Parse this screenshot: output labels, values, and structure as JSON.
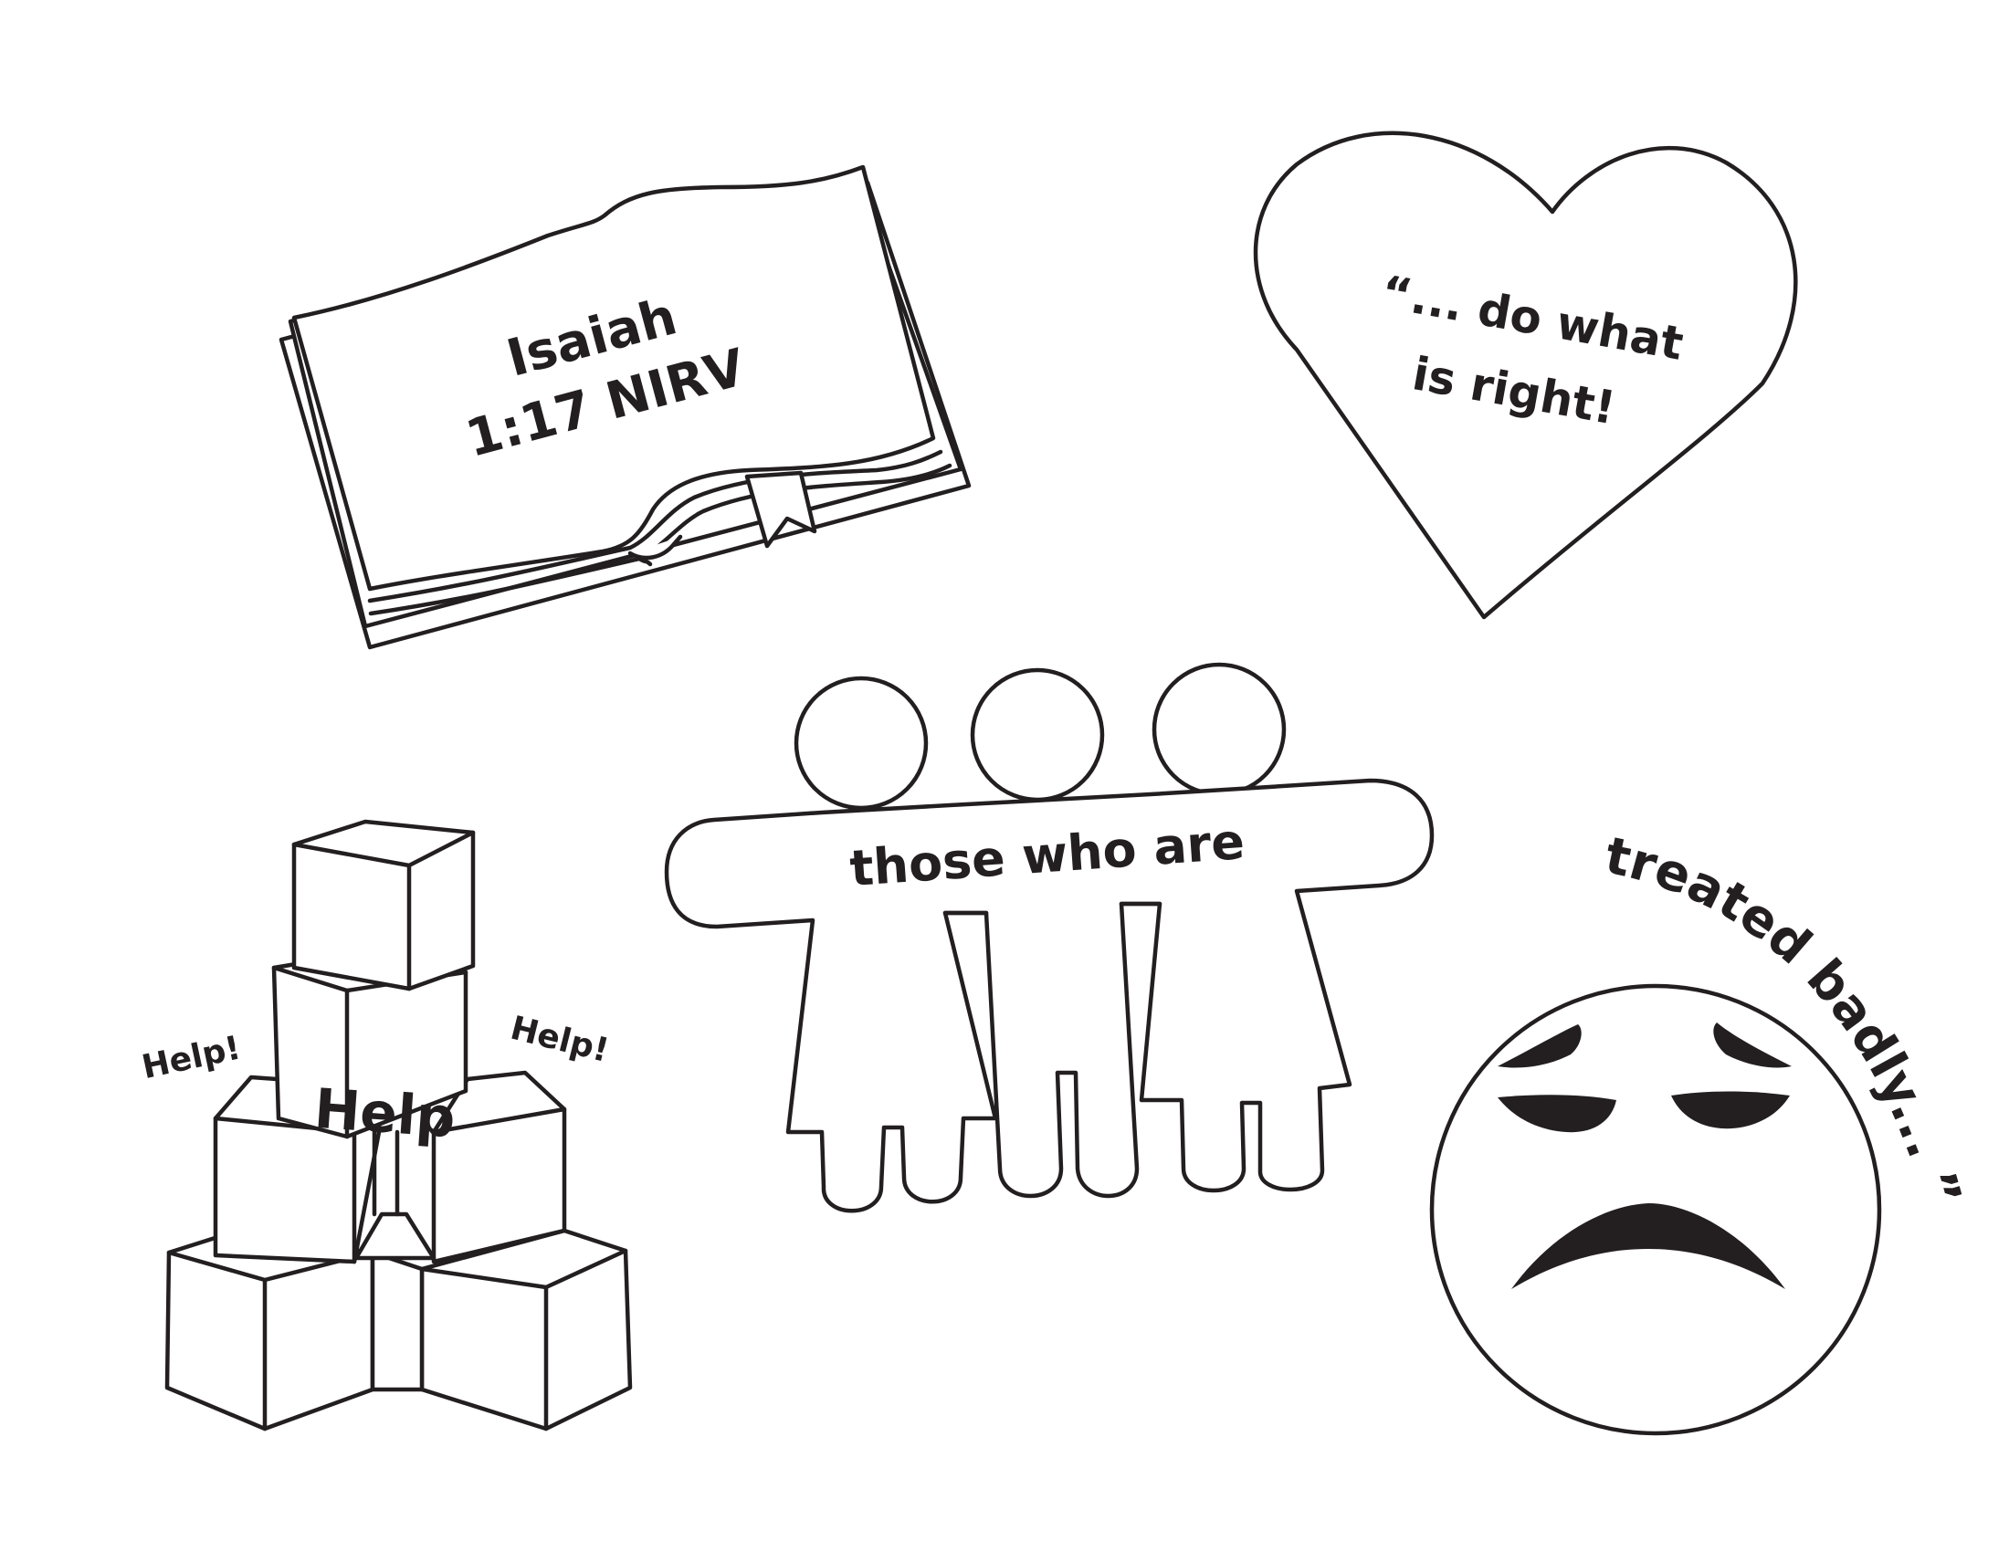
{
  "book": {
    "line1": "Isaiah",
    "line2": "1:17 NIRV"
  },
  "heart": {
    "line1": "“... do what",
    "line2": "is right!"
  },
  "people": {
    "label": "those who are"
  },
  "blocks": {
    "center_label": "Help",
    "left_label": "Help!",
    "right_label": "Help!"
  },
  "sad_face": {
    "curved_label": "treated badly... ”"
  },
  "colors": {
    "ink": "#231f20",
    "paper": "#ffffff"
  }
}
